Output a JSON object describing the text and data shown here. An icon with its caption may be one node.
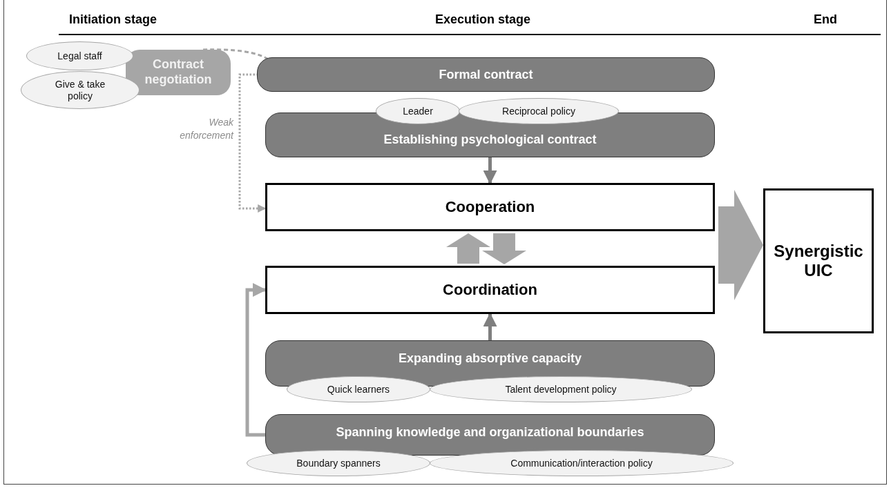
{
  "diagram": {
    "nodes": [
      {
        "text": [
          "Legal staff"
        ]
      },
      {
        "text": [
          "Give & take policy"
        ]
      },
      {
        "text": [
          "Contract negotiation"
        ]
      },
      {
        "text": [
          "Formal contract"
        ]
      },
      {
        "text": [
          "Leader"
        ]
      },
      {
        "text": [
          "Reciprocal policy"
        ]
      },
      {
        "text": [
          "Establishing psychological contract"
        ]
      },
      {
        "text": [
          "Cooperation"
        ]
      },
      {
        "text": [
          "Coordination"
        ]
      },
      {
        "text": [
          "Expanding absorptive capacity"
        ]
      },
      {
        "text": [
          "Quick learners"
        ]
      },
      {
        "text": [
          "Talent development policy"
        ]
      },
      {
        "text": [
          "Spanning knowledge and organizational boundaries"
        ]
      },
      {
        "text": [
          "Boundary spanners"
        ]
      },
      {
        "text": [
          "Communication/interaction policy"
        ]
      },
      {
        "text": [
          "Synergistic UIC"
        ]
      }
    ],
    "edges": [
      {
        "from": 2,
        "to": 3,
        "arrow": "none",
        "style": "dashed",
        "color": "#a6a6a6"
      },
      {
        "from": 3,
        "to": 7,
        "arrow": "to",
        "style": "dashed",
        "color": "#a6a6a6",
        "label": "Weak enforcement"
      },
      {
        "from": 6,
        "to": 7,
        "arrow": "to"
      },
      {
        "from": 7,
        "to": 8,
        "arrow": "to",
        "style": "thick",
        "color": "#a6a6a6"
      },
      {
        "from": 8,
        "to": 7,
        "arrow": "to",
        "style": "thick",
        "color": "#a6a6a6"
      },
      {
        "from": 9,
        "to": 8,
        "arrow": "to"
      },
      {
        "from": 12,
        "to": 8,
        "arrow": "to",
        "color": "#a6a6a6"
      },
      {
        "from": null,
        "to": 15,
        "arrow": "to",
        "style": "thick",
        "color": "#a6a6a6"
      }
    ],
    "labels": [
      "Initiation stage",
      "Execution stage",
      "End"
    ]
  }
}
